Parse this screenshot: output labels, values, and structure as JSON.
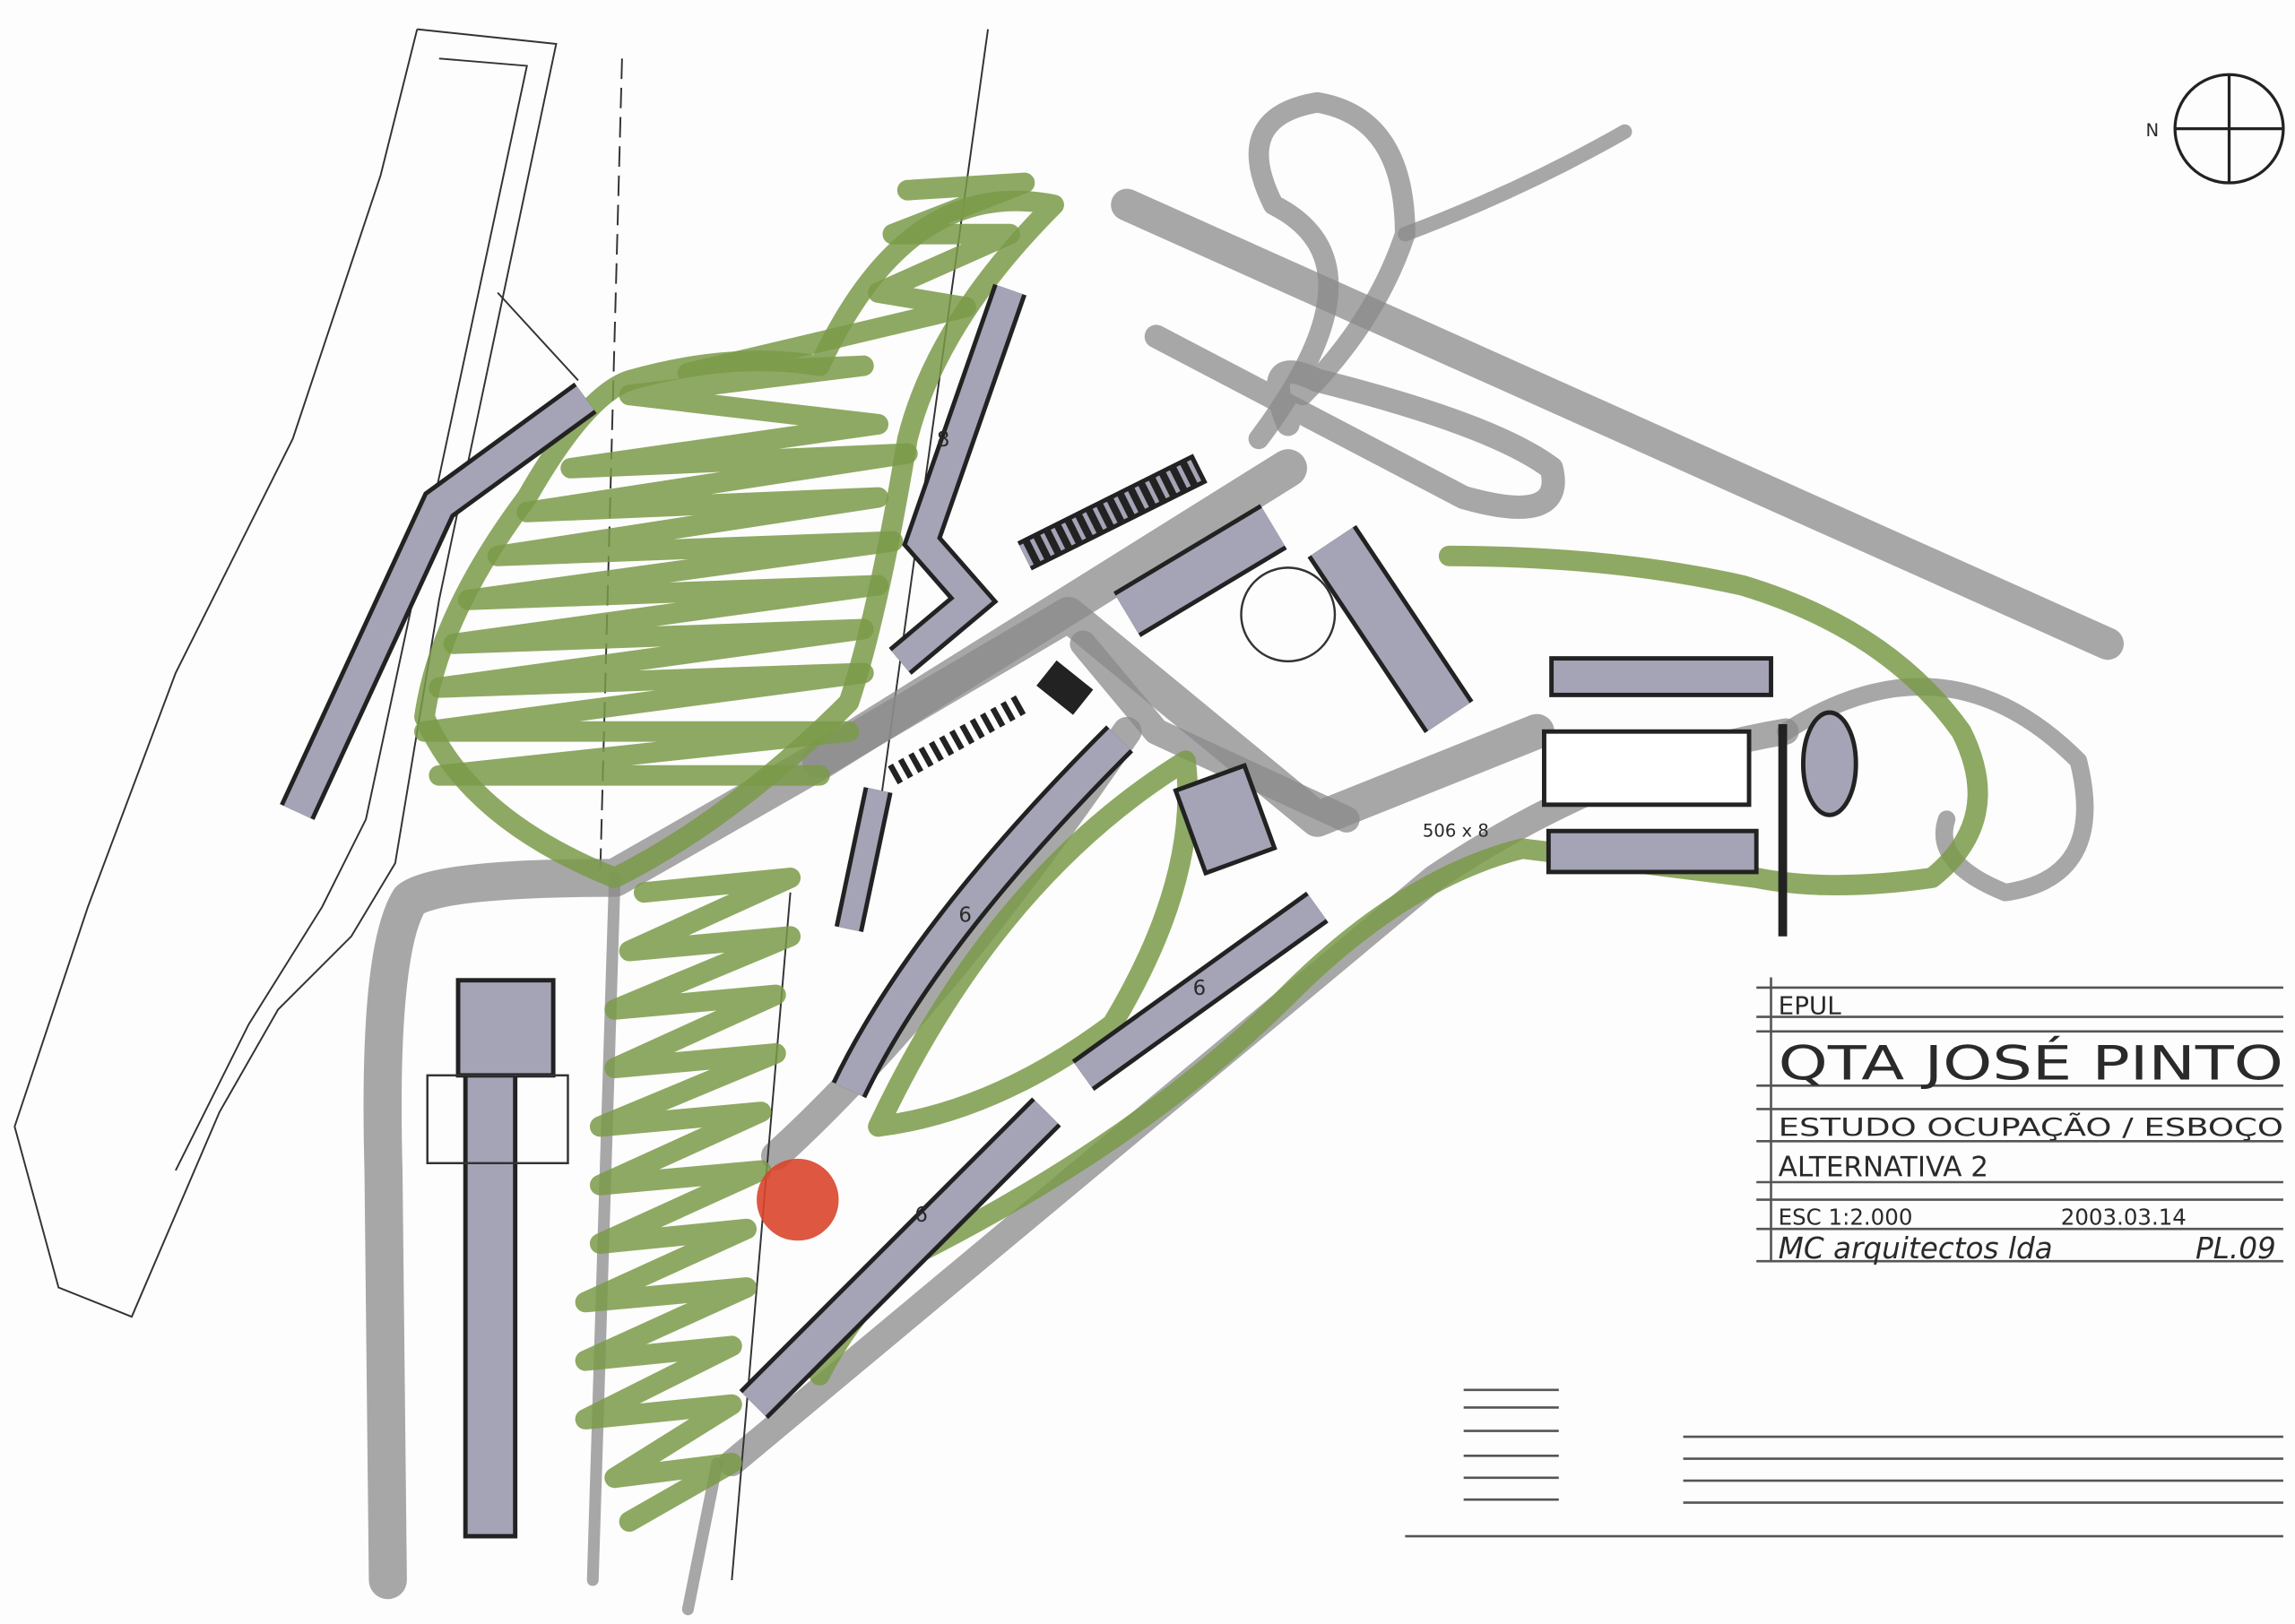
{
  "drawing": {
    "type": "site-plan-sketch",
    "north_label": "N",
    "annotation_dimension": "506 x 8",
    "building_floor_labels": [
      "8",
      "6",
      "6",
      "6"
    ],
    "marker_color": "#d9452c",
    "green_color": "#7a9a48",
    "building_color": "#a4a4b6"
  },
  "title_block": {
    "client": "EPUL",
    "project": "QTA JOSÉ PINTO",
    "study": "ESTUDO OCUPAÇÃO / ESBOÇO",
    "alternative": "ALTERNATIVA 2",
    "scale": "ESC 1:2.000",
    "date": "2003.03.14",
    "author": "MC arquitectos lda",
    "sheet": "PL.09"
  }
}
